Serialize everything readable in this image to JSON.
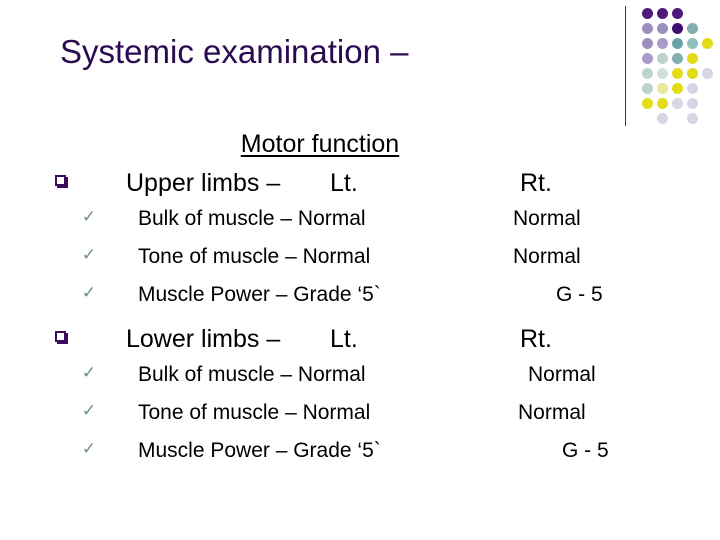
{
  "slide": {
    "title": "Systemic examination –",
    "section_heading": "Motor function",
    "colors": {
      "title": "#2b0b4f",
      "bullet_square": "#3b0a5c",
      "bullet_check": "#6e8e8e",
      "text": "#000000",
      "background": "#ffffff",
      "deco_line": "#3a3a3a"
    },
    "bullets": {
      "square_glyph": "❑",
      "check_glyph": "✓"
    },
    "columns": {
      "left_header": "Lt.",
      "right_header": "Rt."
    },
    "blocks": [
      {
        "id": "upper",
        "name": "Upper limbs –",
        "left_header": "Lt.",
        "right_header": "Rt.",
        "rows": [
          {
            "label": "Bulk of muscle – Normal",
            "right": "Normal"
          },
          {
            "label": "Tone of  muscle – Normal",
            "right": "Normal"
          },
          {
            "label": "Muscle Power – Grade ‘5`",
            "right": "G - 5"
          }
        ]
      },
      {
        "id": "lower",
        "name": "Lower limbs –",
        "left_header": "Lt.",
        "right_header": "Rt.",
        "rows": [
          {
            "label": "Bulk of muscle – Normal",
            "right": "Normal"
          },
          {
            "label": "Tone of  muscle – Normal",
            "right": "Normal"
          },
          {
            "label": "Muscle Power – Grade ‘5`",
            "right": "G - 5"
          }
        ]
      }
    ],
    "decoration": {
      "name": "dot-grid",
      "dots": [
        {
          "col": 0,
          "row": 0,
          "color": "#4b1a7a"
        },
        {
          "col": 1,
          "row": 0,
          "color": "#4b1a7a"
        },
        {
          "col": 2,
          "row": 0,
          "color": "#4b1a7a"
        },
        {
          "col": 0,
          "row": 1,
          "color": "#9b8fc0"
        },
        {
          "col": 1,
          "row": 1,
          "color": "#9b8fc0"
        },
        {
          "col": 2,
          "row": 1,
          "color": "#3d1070"
        },
        {
          "col": 3,
          "row": 1,
          "color": "#7fb0ae"
        },
        {
          "col": 0,
          "row": 2,
          "color": "#9b8fc0"
        },
        {
          "col": 1,
          "row": 2,
          "color": "#a99cc8"
        },
        {
          "col": 2,
          "row": 2,
          "color": "#6aa3a5"
        },
        {
          "col": 3,
          "row": 2,
          "color": "#8fc0bd"
        },
        {
          "col": 4,
          "row": 2,
          "color": "#e3dc18"
        },
        {
          "col": 0,
          "row": 3,
          "color": "#a99cc8"
        },
        {
          "col": 1,
          "row": 3,
          "color": "#bcd3d0"
        },
        {
          "col": 2,
          "row": 3,
          "color": "#7fb0ae"
        },
        {
          "col": 3,
          "row": 3,
          "color": "#e3dc18"
        },
        {
          "col": 0,
          "row": 4,
          "color": "#bcd3d0"
        },
        {
          "col": 1,
          "row": 4,
          "color": "#cfe0dd"
        },
        {
          "col": 2,
          "row": 4,
          "color": "#e3dc18"
        },
        {
          "col": 3,
          "row": 4,
          "color": "#e3dc18"
        },
        {
          "col": 4,
          "row": 4,
          "color": "#d6d6e4"
        },
        {
          "col": 0,
          "row": 5,
          "color": "#bcd3d0"
        },
        {
          "col": 1,
          "row": 5,
          "color": "#e8e89a"
        },
        {
          "col": 2,
          "row": 5,
          "color": "#e3dc18"
        },
        {
          "col": 3,
          "row": 5,
          "color": "#d6d6e4"
        },
        {
          "col": 0,
          "row": 6,
          "color": "#e3dc18"
        },
        {
          "col": 1,
          "row": 6,
          "color": "#e3dc18"
        },
        {
          "col": 2,
          "row": 6,
          "color": "#d6d6e4"
        },
        {
          "col": 3,
          "row": 6,
          "color": "#d6d6e4"
        },
        {
          "col": 1,
          "row": 7,
          "color": "#d6d6e4"
        },
        {
          "col": 3,
          "row": 7,
          "color": "#d6d6e4"
        }
      ]
    }
  }
}
